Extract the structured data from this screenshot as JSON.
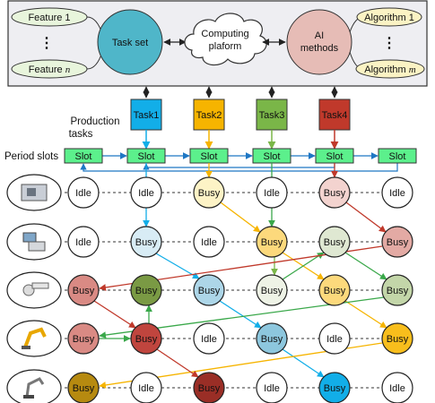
{
  "top_panel": {
    "features": [
      "Feature 1",
      "Feature n"
    ],
    "feature_n_label": "Feature ",
    "feature_n_var": "n",
    "task_set": "Task set",
    "computing": [
      "Computing",
      "plaform"
    ],
    "ai": [
      "AI",
      "methods"
    ],
    "algorithms": [
      "Algorithm 1",
      "Algorithm m"
    ],
    "algorithm_m_label": "Algorithm ",
    "algorithm_m_var": "m"
  },
  "production_tasks_label": [
    "Production",
    "tasks"
  ],
  "tasks": [
    {
      "label": "Task1",
      "color": "#12aee8"
    },
    {
      "label": "Task2",
      "color": "#f6b400"
    },
    {
      "label": "Task3",
      "color": "#7ab648"
    },
    {
      "label": "Task4",
      "color": "#c0392b"
    }
  ],
  "period_slots_label": "Period slots",
  "slot_label": "Slot",
  "slot_color": "#5cf08c",
  "machines": [
    "cnc-machine",
    "computer-workstation",
    "robot-arm-cell",
    "yellow-industrial-robot",
    "welding-robot"
  ],
  "grid": [
    [
      {
        "t": "Idle",
        "c": "#ffffff"
      },
      {
        "t": "Idle",
        "c": "#ffffff"
      },
      {
        "t": "Busy",
        "c": "#fdf3c6"
      },
      {
        "t": "Idle",
        "c": "#ffffff"
      },
      {
        "t": "Busy",
        "c": "#f3d3cf"
      },
      {
        "t": "Idle",
        "c": "#ffffff"
      }
    ],
    [
      {
        "t": "Idle",
        "c": "#ffffff"
      },
      {
        "t": "Busy",
        "c": "#d8ecf5"
      },
      {
        "t": "Idle",
        "c": "#ffffff"
      },
      {
        "t": "Busy",
        "c": "#fcd97c"
      },
      {
        "t": "Busy",
        "c": "#dfe8d2"
      },
      {
        "t": "Busy",
        "c": "#e3aaa4"
      }
    ],
    [
      {
        "t": "Busy",
        "c": "#d98a84"
      },
      {
        "t": "Busy",
        "c": "#7a9a44"
      },
      {
        "t": "Busy",
        "c": "#add6e8"
      },
      {
        "t": "Busy",
        "c": "#eef3e6"
      },
      {
        "t": "Busy",
        "c": "#fcd97c"
      },
      {
        "t": "Busy",
        "c": "#c3d6a9"
      }
    ],
    [
      {
        "t": "Busy",
        "c": "#d98a84"
      },
      {
        "t": "Busy",
        "c": "#c0453e"
      },
      {
        "t": "Idle",
        "c": "#ffffff"
      },
      {
        "t": "Busy",
        "c": "#8dc7de"
      },
      {
        "t": "Idle",
        "c": "#ffffff"
      },
      {
        "t": "Busy",
        "c": "#f8be1c"
      }
    ],
    [
      {
        "t": "Busy",
        "c": "#b68a10"
      },
      {
        "t": "Idle",
        "c": "#ffffff"
      },
      {
        "t": "Busy",
        "c": "#9a2e26"
      },
      {
        "t": "Idle",
        "c": "#ffffff"
      },
      {
        "t": "Busy",
        "c": "#12aee8"
      },
      {
        "t": "Idle",
        "c": "#ffffff"
      }
    ]
  ]
}
